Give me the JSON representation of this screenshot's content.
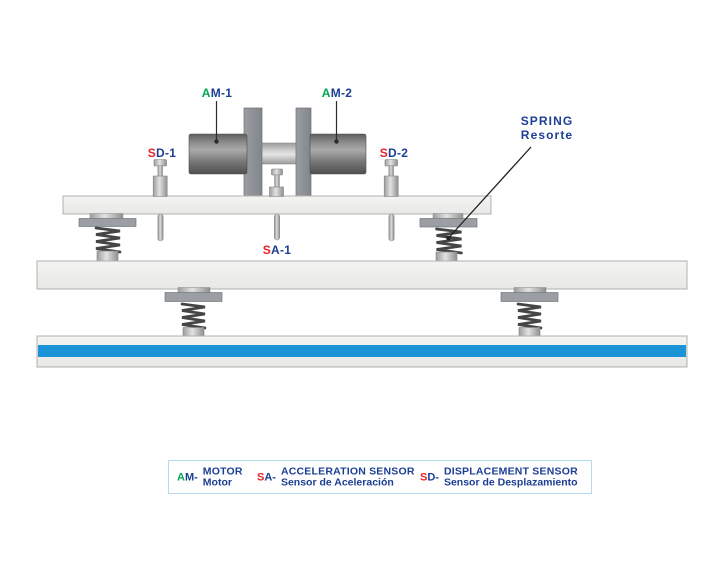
{
  "colors": {
    "navy_text": "#1c3f94",
    "green_accent": "#00a651",
    "red_accent": "#e8212b",
    "base_stripe_blue": "#1a93d7",
    "plate_gray": "#eeeeec"
  },
  "diagram": {
    "labels": {
      "am1": {
        "first": "A",
        "rest": "M-1"
      },
      "am2": {
        "first": "A",
        "rest": "M-2"
      },
      "sd1": {
        "first": "S",
        "rest": "D-1"
      },
      "sd2": {
        "first": "S",
        "rest": "D-2"
      },
      "sa1": {
        "first": "S",
        "rest": "A-1"
      },
      "spring": {
        "en": "SPRING",
        "es": "Resorte"
      }
    }
  },
  "legend": {
    "items": [
      {
        "first": "A",
        "rest": "M-",
        "en": "MOTOR",
        "es": "Motor"
      },
      {
        "first": "S",
        "rest": "A-",
        "en": "ACCELERATION SENSOR",
        "es": "Sensor de Aceleración"
      },
      {
        "first": "S",
        "rest": "D-",
        "en": "DISPLACEMENT SENSOR",
        "es": "Sensor de Desplazamiento"
      }
    ]
  }
}
